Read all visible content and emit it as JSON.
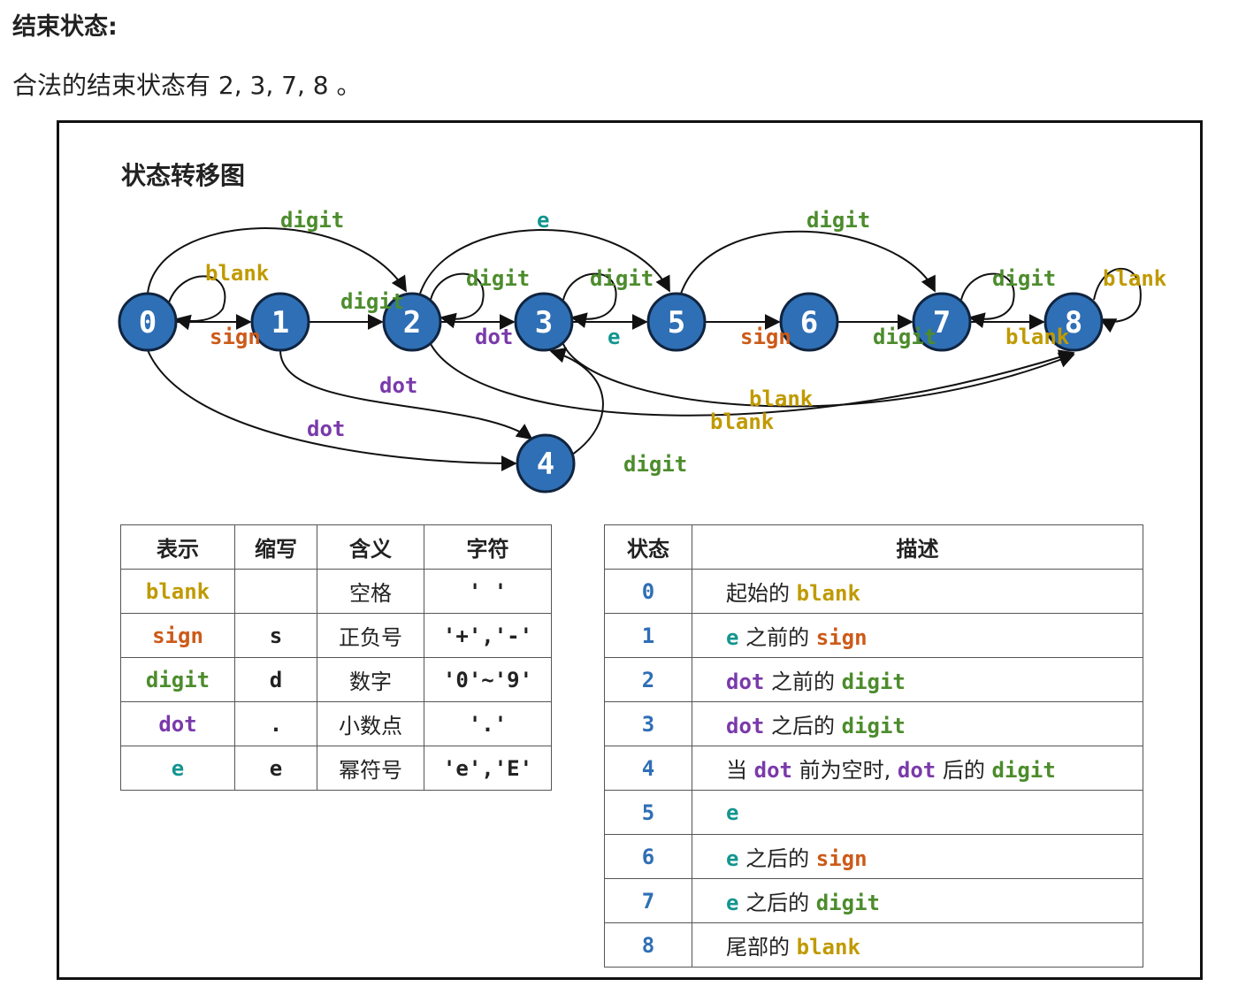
{
  "heading": "结束状态:",
  "paragraph": "合法的结束状态有 2, 3, 7, 8 。",
  "diagram": {
    "title": "状态转移图",
    "states": [
      "0",
      "1",
      "2",
      "3",
      "4",
      "5",
      "6",
      "7",
      "8"
    ],
    "edge_labels": {
      "blank_0": "blank",
      "sign_0_1": "sign",
      "digit_0_2": "digit",
      "dot_0_4": "dot",
      "digit_1_2": "digit",
      "dot_1_4": "dot",
      "digit_2": "digit",
      "dot_2_3": "dot",
      "e_2_5": "e",
      "blank_2_8": "blank",
      "digit_3": "digit",
      "e_3_5": "e",
      "blank_3_8": "blank",
      "digit_4_3": "digit",
      "sign_5_6": "sign",
      "digit_5_7": "digit",
      "digit_6_7": "digit",
      "digit_7": "digit",
      "blank_7_8": "blank",
      "blank_8": "blank"
    },
    "colors": {
      "node_fill": "#2f6fb5",
      "node_stroke": "#10243f",
      "blank": "#c09a00",
      "sign": "#cc5a18",
      "digit": "#4c8c2c",
      "dot": "#7a3aaa",
      "e": "#13958f"
    }
  },
  "symbols_table": {
    "headers": [
      "表示",
      "缩写",
      "含义",
      "字符"
    ],
    "rows": [
      {
        "name": "blank",
        "abbr": "",
        "meaning": "空格",
        "chars": "' '",
        "color": "blank"
      },
      {
        "name": "sign",
        "abbr": "s",
        "meaning": "正负号",
        "chars": "'+','-'",
        "color": "sign"
      },
      {
        "name": "digit",
        "abbr": "d",
        "meaning": "数字",
        "chars": "'0'~'9'",
        "color": "digit"
      },
      {
        "name": "dot",
        "abbr": ".",
        "meaning": "小数点",
        "chars": "'.'",
        "color": "dot"
      },
      {
        "name": "e",
        "abbr": "e",
        "meaning": "幂符号",
        "chars": "'e','E'",
        "color": "e"
      }
    ]
  },
  "states_table": {
    "headers": [
      "状态",
      "描述"
    ],
    "rows": [
      {
        "state": "0",
        "desc": [
          [
            "起始的 ",
            "plain"
          ],
          [
            "blank",
            "blank"
          ]
        ]
      },
      {
        "state": "1",
        "desc": [
          [
            "e",
            "e"
          ],
          [
            " 之前的 ",
            "plain"
          ],
          [
            "sign",
            "sign"
          ]
        ]
      },
      {
        "state": "2",
        "desc": [
          [
            "dot",
            "dot"
          ],
          [
            " 之前的 ",
            "plain"
          ],
          [
            "digit",
            "digit"
          ]
        ]
      },
      {
        "state": "3",
        "desc": [
          [
            "dot",
            "dot"
          ],
          [
            " 之后的 ",
            "plain"
          ],
          [
            "digit",
            "digit"
          ]
        ]
      },
      {
        "state": "4",
        "desc": [
          [
            "当 ",
            "plain"
          ],
          [
            "dot",
            "dot"
          ],
          [
            " 前为空时, ",
            "plain"
          ],
          [
            "dot",
            "dot"
          ],
          [
            " 后的 ",
            "plain"
          ],
          [
            "digit",
            "digit"
          ]
        ]
      },
      {
        "state": "5",
        "desc": [
          [
            "e",
            "e"
          ]
        ]
      },
      {
        "state": "6",
        "desc": [
          [
            "e",
            "e"
          ],
          [
            " 之后的 ",
            "plain"
          ],
          [
            "sign",
            "sign"
          ]
        ]
      },
      {
        "state": "7",
        "desc": [
          [
            "e",
            "e"
          ],
          [
            " 之后的 ",
            "plain"
          ],
          [
            "digit",
            "digit"
          ]
        ]
      },
      {
        "state": "8",
        "desc": [
          [
            "尾部的 ",
            "plain"
          ],
          [
            "blank",
            "blank"
          ]
        ]
      }
    ]
  }
}
